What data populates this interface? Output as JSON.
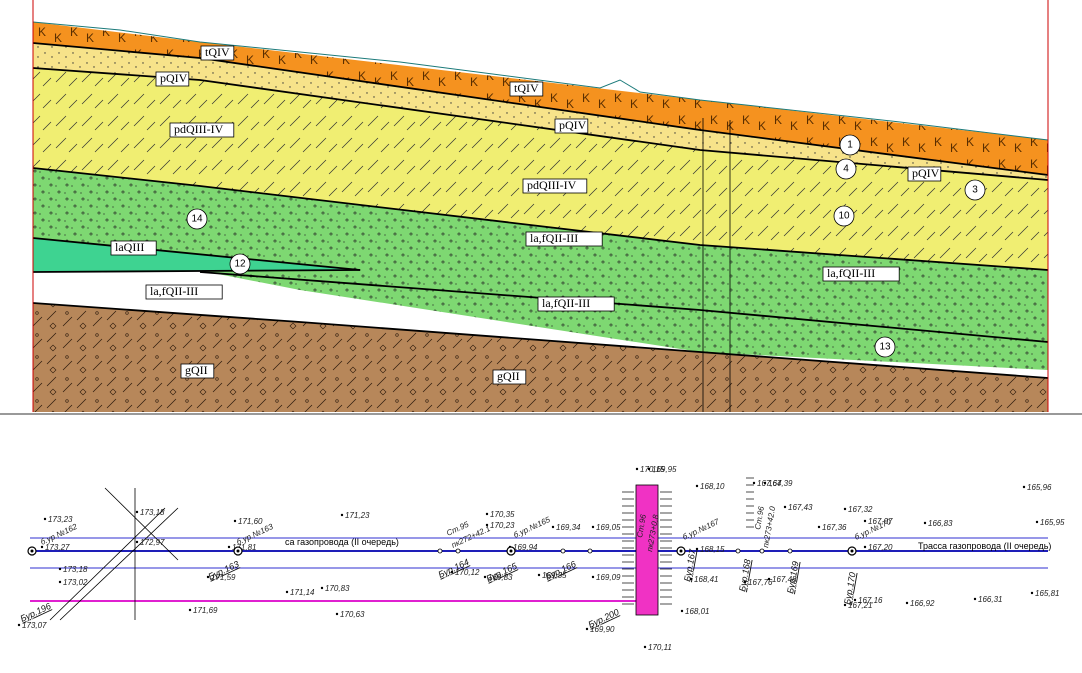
{
  "section": {
    "layer_labels": [
      {
        "id": "tq1",
        "text": "tQIV"
      },
      {
        "id": "tq2",
        "text": "tQIV"
      },
      {
        "id": "pq1",
        "text": "pQIV"
      },
      {
        "id": "pq2",
        "text": "pQIV"
      },
      {
        "id": "pq3",
        "text": "pQIV"
      },
      {
        "id": "pdq1",
        "text": "pdQIII-IV"
      },
      {
        "id": "pdq2",
        "text": "pdQIII-IV"
      },
      {
        "id": "laq",
        "text": "laQIII"
      },
      {
        "id": "laf1",
        "text": "la,fQII-III"
      },
      {
        "id": "laf2",
        "text": "la,fQII-III"
      },
      {
        "id": "laf3",
        "text": "la,fQII-III"
      },
      {
        "id": "laf4",
        "text": "la,fQII-III"
      },
      {
        "id": "gq1",
        "text": "gQII"
      },
      {
        "id": "gq2",
        "text": "gQII"
      }
    ],
    "layer_numbers": [
      "1",
      "4",
      "3",
      "10",
      "14",
      "12",
      "13"
    ],
    "colors": {
      "tech_soil": "#f5921f",
      "silt": "#f7e38a",
      "loam": "#f0ee72",
      "sand": "#7ed872",
      "clay_green": "#3ed391",
      "moraine": "#b7875a"
    }
  },
  "plan": {
    "route_labels": {
      "left": "са газопровода (II очередь)",
      "right": "Трасса газопровода (II очередь)"
    },
    "boreholes": [
      "Бур.196",
      "Бур.163",
      "Бур.164",
      "Бур.165",
      "Бур.166",
      "Бур.200",
      "Бур.167",
      "Бур.168",
      "Бур.169",
      "Бур.170"
    ],
    "wells": [
      "б.ур.№162",
      "б.ур.№163",
      "б.ур.№165",
      "б.ур.№167",
      "б.ур.№170"
    ],
    "stations": [
      "Ст.95",
      "пк272+42.1",
      "Ст.96",
      "пк273+0.8",
      "Ст.96",
      "пк273+42.0"
    ],
    "elevations": [
      "173,23",
      "173,27",
      "173,18",
      "172,97",
      "173,18",
      "173,02",
      "173,07",
      "171,60",
      "171,81",
      "171,59",
      "171,69",
      "171,23",
      "171,14",
      "170,83",
      "170,63",
      "170,35",
      "170,23",
      "170,12",
      "169,94",
      "169,83",
      "169,34",
      "169,35",
      "169,05",
      "169,09",
      "169,90",
      "170,15",
      "169,95",
      "170,11",
      "168,10",
      "168,15",
      "168,01",
      "168,41",
      "167,64",
      "167,39",
      "167,76",
      "167,43",
      "167,48",
      "167,32",
      "167,36",
      "167,07",
      "167,20",
      "167,21",
      "167,16",
      "166,83",
      "166,92",
      "166,31",
      "165,96",
      "165,95",
      "165,81"
    ]
  }
}
